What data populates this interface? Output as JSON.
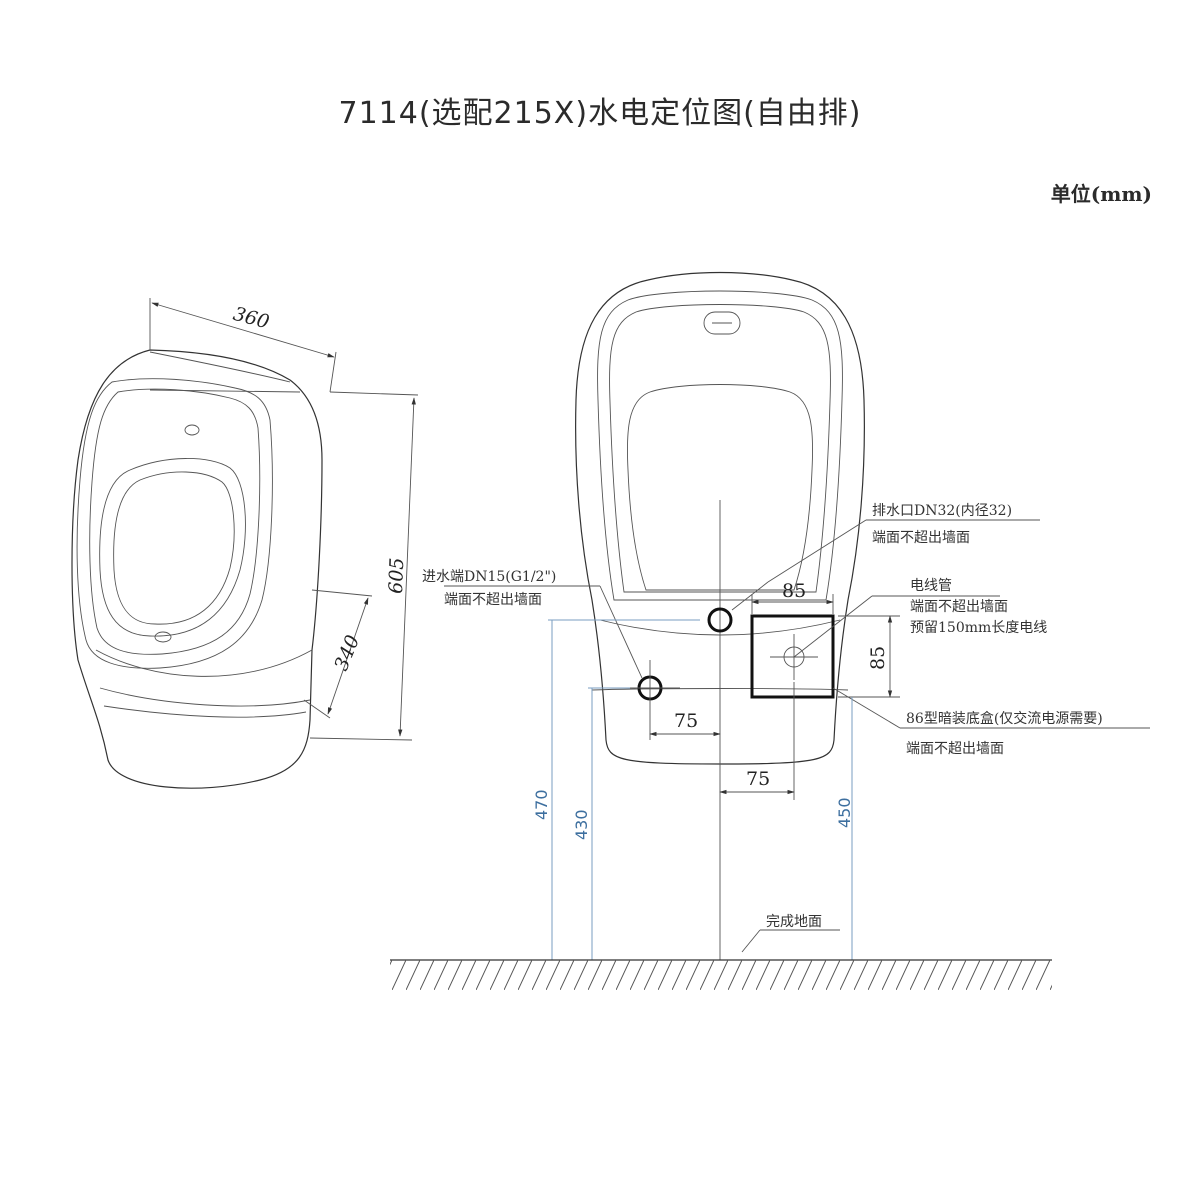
{
  "title": "7114(选配215X)水电定位图(自由排)",
  "unit": "单位(mm)",
  "left_view": {
    "width_label": "360",
    "height_label": "605",
    "depth_label": "340"
  },
  "annotations": {
    "drain_line1": "排水口DN32(内径32)",
    "drain_line2": "端面不超出墙面",
    "inlet_line1": "进水端DN15(G1/2\")",
    "inlet_line2": "端面不超出墙面",
    "conduit_line1": "电线管",
    "conduit_line2": "端面不超出墙面",
    "conduit_line3": "预留150mm长度电线",
    "box_line1": "86型暗装底盒(仅交流电源需要)",
    "box_line2": "端面不超出墙面",
    "floor": "完成地面"
  },
  "dimensions": {
    "box_width": "85",
    "box_height": "85",
    "inlet_offset": "75",
    "conduit_offset": "75",
    "h470": "470",
    "h430": "430",
    "h450": "450"
  },
  "colors": {
    "line": "#333333",
    "blue_dim": "#3d6f9f"
  }
}
